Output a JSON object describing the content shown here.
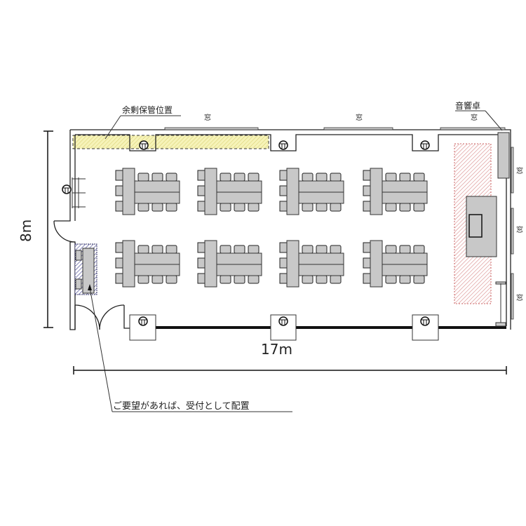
{
  "labels": {
    "storage": "余剰保管位置",
    "sound_desk": "音響卓",
    "reception": "ご要望があれば、受付として配置",
    "window": "窓",
    "width_dim": "17m",
    "height_dim": "8m"
  },
  "colors": {
    "storage_fill": "#f3f0b0",
    "stage_hatch": "#d88a8a",
    "reception_hatch": "#3a3a8a",
    "furniture": "#c8c8c8"
  },
  "layout_counts": {
    "table_group_columns": 4,
    "table_group_rows": 2
  }
}
